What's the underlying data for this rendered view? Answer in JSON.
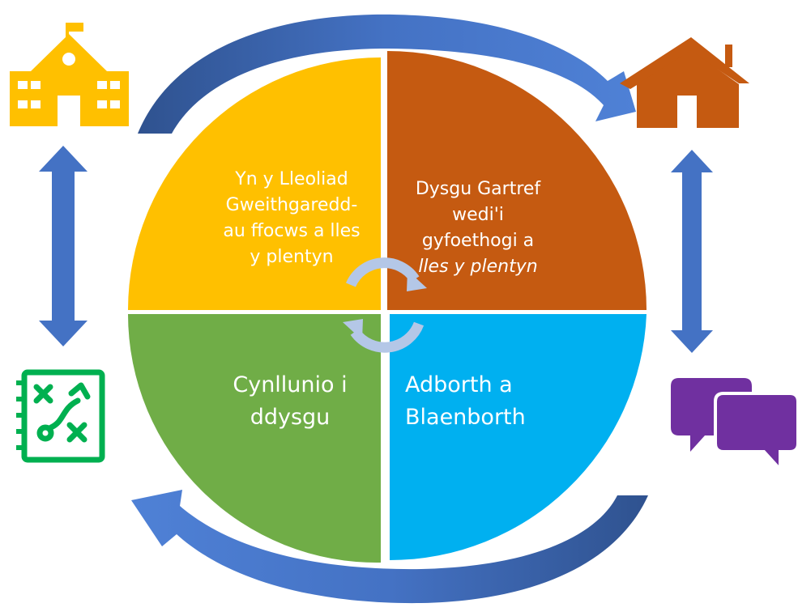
{
  "diagram": {
    "quadrants": [
      {
        "id": "top-left",
        "lines": [
          "Yn y Lleoliad",
          "Gweithgaredd-",
          "au ffocws a lles",
          "y plentyn"
        ],
        "italic_lines": [],
        "fill": "#ffc000",
        "text_color": "#ffffff"
      },
      {
        "id": "top-right",
        "lines": [
          "Dysgu Gartref",
          "wedi'i",
          "gyfoethogi a",
          "lles y plentyn"
        ],
        "italic_lines": [
          3
        ],
        "fill": "#c55a11",
        "text_color": "#ffffff"
      },
      {
        "id": "bottom-left",
        "lines": [
          "Cynllunio i",
          "ddysgu"
        ],
        "italic_lines": [],
        "fill": "#70ad47",
        "text_color": "#ffffff"
      },
      {
        "id": "bottom-right",
        "lines": [
          "Adborth a",
          "Blaenborth"
        ],
        "italic_lines": [],
        "fill": "#00b0f0",
        "text_color": "#ffffff"
      }
    ],
    "icons": {
      "school": {
        "name": "school-icon",
        "color": "#ffc000"
      },
      "home": {
        "name": "home-icon",
        "color": "#c55a11"
      },
      "strategy": {
        "name": "strategy-plan-icon",
        "color": "#00b050"
      },
      "chat": {
        "name": "chat-bubbles-icon",
        "color": "#7030a0"
      }
    },
    "colors": {
      "cycle_arrow": "#4472c4",
      "cycle_arrow_dark": "#2f528f",
      "vertical_arrow": "#4472c4",
      "center_arrows": "#b4c7e7"
    }
  }
}
